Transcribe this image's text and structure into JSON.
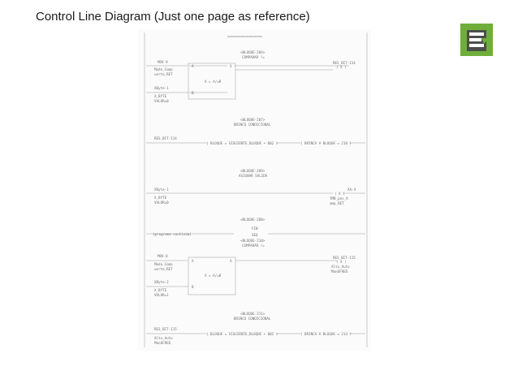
{
  "slide": {
    "title": "Control Line Diagram (Just one page as reference)"
  },
  "logo": {
    "icon": "green-document-logo-icon",
    "colors": [
      "#6fae3a",
      "#4a4f4a"
    ]
  },
  "diagram": {
    "header": "=================",
    "block1": {
      "name": "<BLOQUE-204>",
      "title": "COMPARAR !=",
      "in_a_label": "MOV-9",
      "in_a_sub": [
        "Modo_Comp",
        "uerto_RET"
      ],
      "in_b_label": "XByte-1",
      "in_b_sub": [
        "X_BYTE",
        "VALOR=0"
      ],
      "func": "X = A/=B",
      "port_a": "A",
      "port_b": "B",
      "port_x": "X",
      "out_label": "RES_BIT-114",
      "out_coil": "( X )"
    },
    "block2": {
      "name": "<BLOQUE-207>",
      "title": "BRINCO CONDICIONAL",
      "contact": "RES_BIT-114",
      "next_block": "( BLOQUE = SIGUIENTE_BLOQUE + 002 )",
      "jump": "( BRINCA A BLOQUE = 210 )"
    },
    "block3": {
      "name": "<BLOQUE-209>",
      "title": "ASIGNAR SALIDA",
      "in_label": "XByte-1",
      "in_sub": [
        "X_BYTE",
        "VALOR=0"
      ],
      "out_label": "XA-4",
      "out_coil": "( X )",
      "out_sub": [
        "YMB_pos_A",
        "amp_RET"
      ]
    },
    "block4": {
      "name": "<BLOQUE-208>",
      "fin": "FIN",
      "seq": "SEQ",
      "prog": "(programa continúa)"
    },
    "block5": {
      "name": "<BLOQUE-210>",
      "title": "COMPARAR !=",
      "in_a_label": "MOV-8",
      "in_a_sub": [
        "Modo_Comp",
        "uerto_RET"
      ],
      "in_b_label": "XByte-2",
      "in_b_sub": [
        "X_BYTE",
        "VALOR=1"
      ],
      "func": "X = A/=B",
      "port_a": "A",
      "port_b": "B",
      "port_x": "X",
      "out_label": "RES_BIT-115",
      "out_coil": "( X )",
      "out_sub": [
        "Alto_Auto",
        "ManOFRED"
      ]
    },
    "block6": {
      "name": "<BLOQUE-211>",
      "title": "BRINCO CONDICIONAL",
      "contact": "RES_BIT-115",
      "contact_sub": [
        "Alto_Auto",
        "ManOFRED"
      ],
      "next_block": "( BLOQUE = SIGUIENTE_BLOQUE + 002 )",
      "jump": "( BRINCA A BLOQUE = 214 )"
    }
  }
}
